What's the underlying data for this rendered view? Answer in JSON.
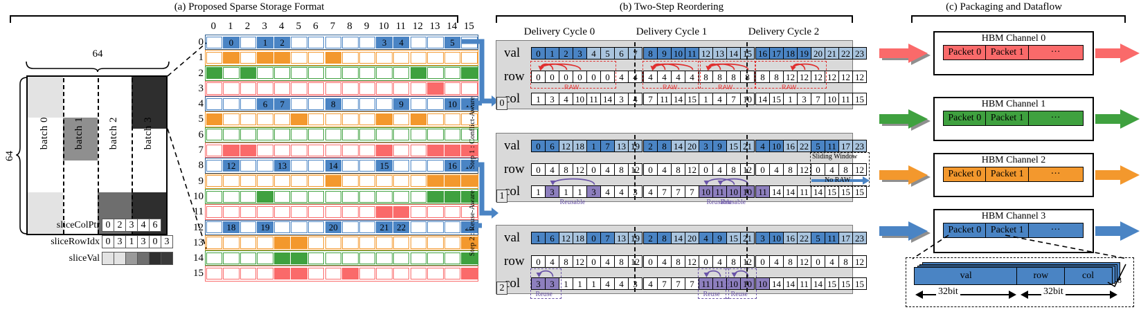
{
  "panels": {
    "a": {
      "title": "(a) Proposed Sparse Storage Format"
    },
    "b": {
      "title": "(b) Two-Step Reordering"
    },
    "c": {
      "title": "(c) Packaging and Dataflow"
    }
  },
  "panel_a": {
    "dim_top": "64",
    "dim_left": "64",
    "batches": [
      "batch 0",
      "batch 1",
      "batch 2",
      "batch 3"
    ],
    "arrays": [
      {
        "label": "sliceColPtr",
        "values": [
          "0",
          "2",
          "3",
          "4",
          "6"
        ]
      },
      {
        "label": "sliceRowIdx",
        "values": [
          "0",
          "3",
          "1",
          "3",
          "0",
          "3"
        ]
      },
      {
        "label": "sliceVal",
        "swatches": [
          "#e3e3e3",
          "#e3e3e3",
          "#9a9a9a",
          "#6e6e6e",
          "#2e2e2e",
          "#3a3a3a"
        ]
      }
    ],
    "matrix": {
      "col_headers": [
        "0",
        "1",
        "2",
        "3",
        "4",
        "5",
        "6",
        "7",
        "8",
        "9",
        "10",
        "11",
        "12",
        "13",
        "14",
        "15"
      ],
      "row_headers": [
        "0",
        "1",
        "2",
        "3",
        "4",
        "5",
        "6",
        "7",
        "8",
        "9",
        "10",
        "11",
        "12",
        "13",
        "14",
        "15"
      ],
      "row_colors": [
        "#4a84c4",
        "#f3982d",
        "#3fa13f",
        "#fa6a6a",
        "#4a84c4",
        "#f3982d",
        "#3fa13f",
        "#fa6a6a",
        "#4a84c4",
        "#f3982d",
        "#3fa13f",
        "#fa6a6a",
        "#4a84c4",
        "#f3982d",
        "#3fa13f",
        "#fa6a6a"
      ],
      "rows": [
        {
          "filled": [
            1,
            3,
            4,
            10,
            11,
            14
          ],
          "labels": {
            "1": "0",
            "3": "1",
            "4": "2",
            "10": "3",
            "11": "4",
            "14": "5"
          }
        },
        {
          "filled": [
            1,
            3,
            4,
            7
          ],
          "labels": {}
        },
        {
          "filled": [
            0,
            2,
            12,
            15
          ],
          "labels": {}
        },
        {
          "filled": [
            13
          ],
          "labels": {}
        },
        {
          "filled": [
            3,
            4,
            7,
            11,
            14,
            15
          ],
          "labels": {
            "3": "6",
            "4": "7",
            "7": "8",
            "11": "9",
            "14": "10",
            "15": "11"
          }
        },
        {
          "filled": [
            0,
            5,
            10,
            12
          ],
          "labels": {}
        },
        {
          "filled": [],
          "labels": {}
        },
        {
          "filled": [
            1,
            2,
            10,
            13,
            14,
            15
          ],
          "labels": {}
        },
        {
          "filled": [
            1,
            4,
            7,
            10,
            14,
            15
          ],
          "labels": {
            "1": "12",
            "4": "13",
            "7": "14",
            "10": "15",
            "14": "16",
            "15": "17"
          }
        },
        {
          "filled": [
            7,
            13,
            14,
            15
          ],
          "labels": {}
        },
        {
          "filled": [
            3,
            13,
            14,
            15
          ],
          "labels": {}
        },
        {
          "filled": [
            10,
            11
          ],
          "labels": {}
        },
        {
          "filled": [
            1,
            3,
            7,
            10,
            11,
            15
          ],
          "labels": {
            "1": "18",
            "3": "19",
            "7": "20",
            "10": "21",
            "11": "22",
            "15": "23"
          }
        },
        {
          "filled": [
            4,
            5,
            15
          ],
          "labels": {}
        },
        {
          "filled": [
            4,
            5,
            15
          ],
          "labels": {}
        },
        {
          "filled": [
            4,
            5,
            8,
            15
          ],
          "labels": {}
        }
      ]
    }
  },
  "panel_b": {
    "cycle_labels": [
      "Delivery Cycle 0",
      "Delivery Cycle 1",
      "Delivery Cycle 2"
    ],
    "step_labels": [
      "Step 1 : Conflict-Aware",
      "Step 2 : Reuse-Aware"
    ],
    "row_names": [
      "val",
      "row",
      "col"
    ],
    "stage_index": [
      "0",
      "1",
      "2"
    ],
    "raw_label": "RAW",
    "reuse_label": "Reuse",
    "reusable_label": "Reusable",
    "sliding_window_label": "Sliding Window",
    "no_raw_label": "No RAW",
    "stages": [
      {
        "index": "0",
        "cycles": [
          {
            "val": [
              "0",
              "1",
              "2",
              "3",
              "4",
              "5",
              "6",
              "7"
            ],
            "val_shade": [
              1,
              1,
              1,
              1,
              0,
              0,
              0,
              0
            ],
            "row": [
              "0",
              "0",
              "0",
              "0",
              "0",
              "0",
              "4",
              "4"
            ],
            "col": [
              "1",
              "3",
              "4",
              "10",
              "11",
              "14",
              "3",
              "4"
            ],
            "raw": [
              {
                "from": 0,
                "to": 6,
                "arrows": [
                  [
                    0,
                    1
                  ],
                  [
                    0,
                    2
                  ],
                  [
                    0,
                    3
                  ]
                ]
              }
            ]
          },
          {
            "val": [
              "8",
              "9",
              "10",
              "11",
              "12",
              "13",
              "14",
              "15"
            ],
            "val_shade": [
              1,
              1,
              1,
              1,
              0,
              0,
              0,
              0
            ],
            "row": [
              "4",
              "4",
              "4",
              "4",
              "8",
              "8",
              "8",
              "8"
            ],
            "col": [
              "7",
              "11",
              "14",
              "15",
              "1",
              "4",
              "7",
              "10"
            ],
            "raw": [
              {
                "from": 0,
                "to": 4,
                "arrows": [
                  [
                    0,
                    1
                  ],
                  [
                    0,
                    2
                  ],
                  [
                    0,
                    3
                  ]
                ]
              },
              {
                "from": 4,
                "to": 8,
                "arrows": [
                  [
                    4,
                    5
                  ],
                  [
                    4,
                    6
                  ],
                  [
                    4,
                    7
                  ]
                ]
              }
            ]
          },
          {
            "val": [
              "16",
              "17",
              "18",
              "19",
              "20",
              "21",
              "22",
              "23"
            ],
            "val_shade": [
              1,
              1,
              1,
              1,
              0,
              0,
              0,
              0
            ],
            "row": [
              "8",
              "8",
              "12",
              "12",
              "12",
              "12",
              "12",
              "12"
            ],
            "col": [
              "14",
              "15",
              "1",
              "3",
              "7",
              "10",
              "11",
              "15"
            ],
            "raw": [
              {
                "from": 0,
                "to": 5,
                "arrows": [
                  [
                    2,
                    3
                  ],
                  [
                    2,
                    4
                  ]
                ]
              }
            ]
          }
        ]
      },
      {
        "index": "1",
        "cycles": [
          {
            "val": [
              "0",
              "6",
              "12",
              "18",
              "1",
              "7",
              "13",
              "19"
            ],
            "val_shade": [
              1,
              1,
              0,
              0,
              1,
              1,
              0,
              0
            ],
            "row": [
              "0",
              "4",
              "8",
              "12",
              "0",
              "4",
              "8",
              "12"
            ],
            "col": [
              "1",
              "3",
              "1",
              "1",
              "3",
              "4",
              "4",
              "3"
            ],
            "reusable": [
              {
                "cells": [
                  1,
                  4
                ],
                "label": "Reusable"
              }
            ]
          },
          {
            "val": [
              "2",
              "8",
              "14",
              "20",
              "3",
              "9",
              "15",
              "21"
            ],
            "val_shade": [
              1,
              1,
              0,
              0,
              1,
              1,
              0,
              0
            ],
            "row": [
              "0",
              "4",
              "8",
              "12",
              "0",
              "4",
              "8",
              "12"
            ],
            "col": [
              "4",
              "7",
              "7",
              "7",
              "10",
              "11",
              "10",
              "10"
            ],
            "reusable": [
              {
                "cells": [
                  4,
                  6
                ],
                "label": "Reusable"
              },
              {
                "cells": [
                  5,
                  7
                ],
                "label": "Reusable"
              }
            ]
          },
          {
            "val": [
              "4",
              "10",
              "16",
              "22",
              "5",
              "11",
              "17",
              "23"
            ],
            "val_shade": [
              1,
              1,
              0,
              0,
              1,
              1,
              0,
              0
            ],
            "row": [
              "0",
              "4",
              "8",
              "12",
              "0",
              "4",
              "8",
              "12"
            ],
            "col": [
              "11",
              "14",
              "14",
              "11",
              "14",
              "15",
              "15",
              "15"
            ],
            "reusable": [
              {
                "cells": [
                  0
                ],
                "label": ""
              }
            ]
          }
        ]
      },
      {
        "index": "2",
        "cycles": [
          {
            "val": [
              "1",
              "6",
              "12",
              "18",
              "0",
              "7",
              "13",
              "19"
            ],
            "val_shade": [
              1,
              1,
              0,
              0,
              1,
              1,
              0,
              0
            ],
            "row": [
              "0",
              "4",
              "8",
              "12",
              "0",
              "4",
              "8",
              "12"
            ],
            "col": [
              "3",
              "3",
              "1",
              "1",
              "1",
              "4",
              "4",
              "3"
            ],
            "reuse": [
              {
                "cells": [
                  0,
                  1
                ],
                "label": "Reuse"
              }
            ]
          },
          {
            "val": [
              "2",
              "8",
              "14",
              "20",
              "4",
              "9",
              "15",
              "21"
            ],
            "val_shade": [
              1,
              1,
              0,
              0,
              1,
              1,
              0,
              0
            ],
            "row": [
              "0",
              "4",
              "8",
              "12",
              "0",
              "4",
              "8",
              "12"
            ],
            "col": [
              "4",
              "7",
              "7",
              "7",
              "11",
              "11",
              "10",
              "10"
            ],
            "reuse": [
              {
                "cells": [
                  4,
                  5
                ],
                "label": "Reuse"
              },
              {
                "cells": [
                  6,
                  7
                ],
                "label": "Reuse"
              }
            ]
          },
          {
            "val": [
              "3",
              "10",
              "16",
              "22",
              "5",
              "11",
              "17",
              "23"
            ],
            "val_shade": [
              1,
              1,
              0,
              0,
              1,
              1,
              0,
              0
            ],
            "row": [
              "0",
              "4",
              "8",
              "12",
              "0",
              "4",
              "8",
              "12"
            ],
            "col": [
              "10",
              "14",
              "14",
              "11",
              "14",
              "15",
              "15",
              "15"
            ],
            "reuse": [
              {
                "cells": [
                  0
                ],
                "label": ""
              }
            ]
          }
        ]
      }
    ]
  },
  "panel_c": {
    "channels": [
      {
        "title": "HBM Channel 0",
        "color": "#fa6a6a",
        "packets": [
          "Packet 0",
          "Packet 1",
          "···"
        ]
      },
      {
        "title": "HBM Channel 1",
        "color": "#3fa13f",
        "packets": [
          "Packet 0",
          "Packet 1",
          "···"
        ]
      },
      {
        "title": "HBM Channel 2",
        "color": "#f3982d",
        "packets": [
          "Packet 0",
          "Packet 1",
          "···"
        ]
      },
      {
        "title": "HBM Channel 3",
        "color": "#4a84c4",
        "packets": [
          "Packet 0",
          "Packet 1",
          "···"
        ]
      }
    ],
    "packet_detail": {
      "fields": [
        "val",
        "row",
        "col"
      ],
      "bit_labels": [
        "32bit",
        "32bit"
      ],
      "stack_count": "8"
    }
  },
  "colors": {
    "blue": "#4a84c4",
    "orange": "#f3982d",
    "green": "#3fa13f",
    "red": "#fa6a6a",
    "val_dark": "#4a84c4",
    "val_light": "#a9c4de",
    "reuse_fill": "#8d7fbe",
    "raw_red": "#e03030",
    "gray_panel": "#d9d9d9"
  }
}
